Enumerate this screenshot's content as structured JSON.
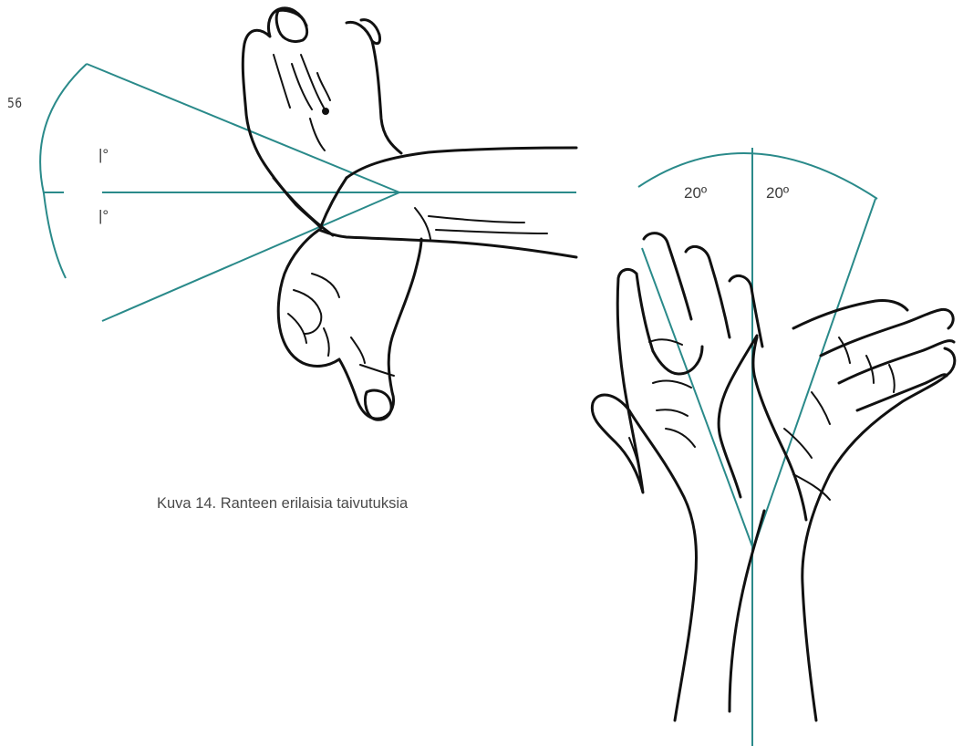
{
  "page": {
    "number": "56"
  },
  "figure": {
    "caption": "Kuva 14. Ranteen erilaisia taivutuksia",
    "wrist_flexion_diagram": {
      "upper_angle_label": "|°",
      "lower_angle_label": "|°"
    },
    "wrist_deviation_diagram": {
      "left_angle_label": "20º",
      "right_angle_label": "20º"
    }
  },
  "colors": {
    "guide_lines": "#2a8a8a",
    "ink": "#111111",
    "text": "#4a4a4a"
  }
}
